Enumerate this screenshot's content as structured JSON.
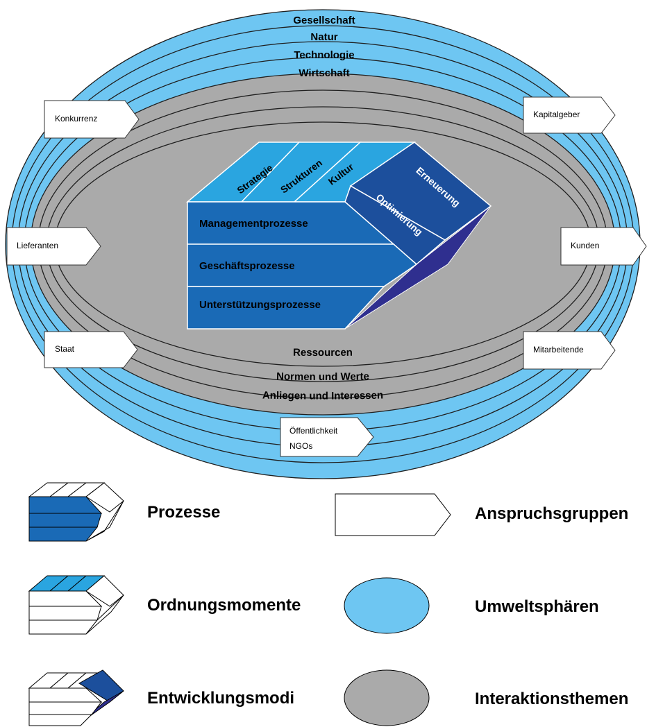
{
  "colors": {
    "sphere_blue": "#6ec6f2",
    "interaction_gray": "#aaaaaa",
    "process_blue": "#1a6ab6",
    "order_blue": "#2aa5e0",
    "mode_blue": "#1c4f9c",
    "mode_shadow": "#2f2f8f",
    "stakeholder_fill": "#ffffff",
    "line": "#1f1f1f"
  },
  "spheres": [
    "Gesellschaft",
    "Natur",
    "Technologie",
    "Wirtschaft"
  ],
  "interaction_topics": [
    "Ressourcen",
    "Normen und Werte",
    "Anliegen und Interessen"
  ],
  "processes": [
    "Managementprozesse",
    "Geschäftsprozesse",
    "Unterstützungsprozesse"
  ],
  "order_moments": [
    "Strategie",
    "Strukturen",
    "Kultur"
  ],
  "development_modes": [
    "Erneuerung",
    "Optimierung"
  ],
  "stakeholders": {
    "konkurrenz": "Konkurrenz",
    "kapitalgeber": "Kapitalgeber",
    "lieferanten": "Lieferanten",
    "kunden": "Kunden",
    "staat": "Staat",
    "mitarbeitende": "Mitarbeitende",
    "oeffentlichkeit_line1": "Öffentlichkeit",
    "oeffentlichkeit_line2": "NGOs"
  },
  "legend": {
    "prozesse": "Prozesse",
    "ordnungsmomente": "Ordnungsmomente",
    "entwicklungsmodi": "Entwicklungsmodi",
    "anspruchsgruppen": "Anspruchsgruppen",
    "umweltsphaeren": "Umweltsphären",
    "interaktionsthemen": "Interaktionsthemen"
  }
}
